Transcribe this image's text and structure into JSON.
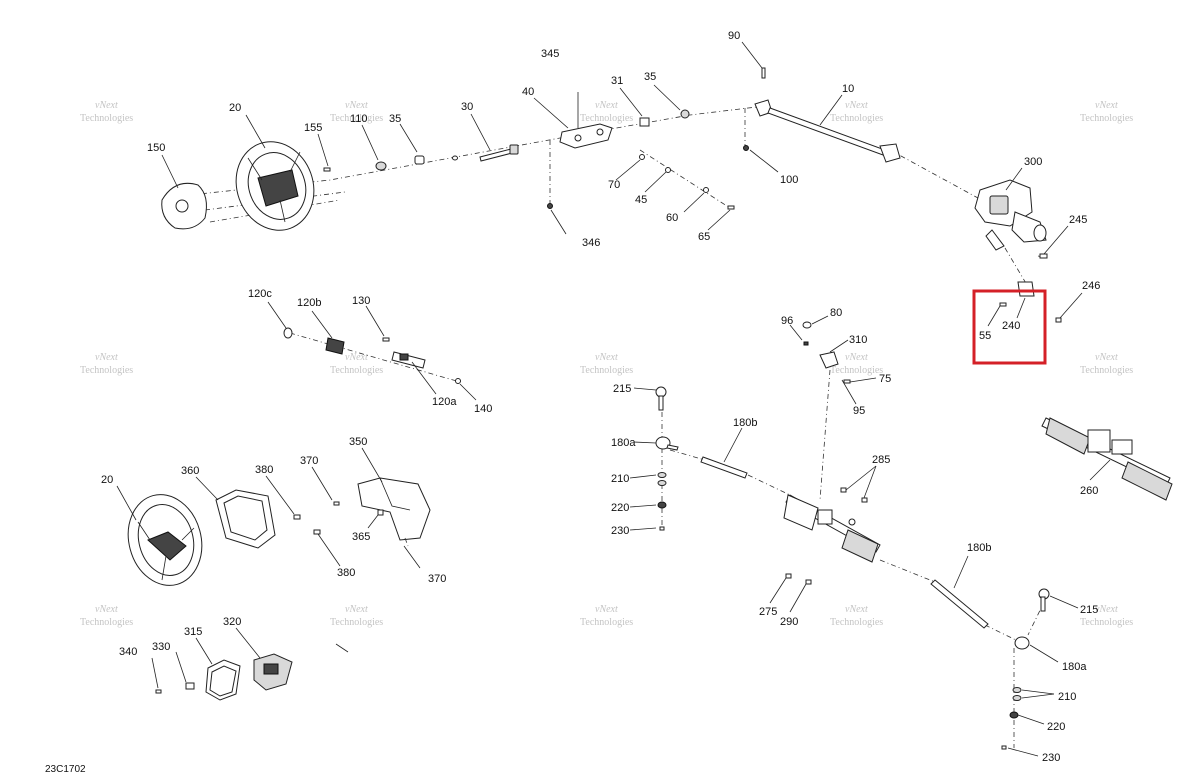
{
  "diagram": {
    "reference_code": "23C1702",
    "watermark_line1": "vNext",
    "watermark_line2": "Technologies",
    "highlight_color": "#d42027",
    "callouts": {
      "c10": "10",
      "c20a": "20",
      "c20b": "20",
      "c30": "30",
      "c31": "31",
      "c35a": "35",
      "c35b": "35",
      "c40": "40",
      "c45": "45",
      "c55": "55",
      "c60": "60",
      "c65": "65",
      "c70": "70",
      "c75": "75",
      "c80": "80",
      "c90": "90",
      "c95": "95",
      "c96": "96",
      "c100": "100",
      "c110": "110",
      "c120a": "120a",
      "c120b": "120b",
      "c120c": "120c",
      "c130": "130",
      "c140": "140",
      "c150": "150",
      "c155": "155",
      "c180a_1": "180a",
      "c180a_2": "180a",
      "c180b_1": "180b",
      "c180b_2": "180b",
      "c210_1": "210",
      "c210_2": "210",
      "c215_1": "215",
      "c215_2": "215",
      "c220_1": "220",
      "c220_2": "220",
      "c230_1": "230",
      "c230_2": "230",
      "c240": "240",
      "c245": "245",
      "c246": "246",
      "c260": "260",
      "c275": "275",
      "c285": "285",
      "c290": "290",
      "c300": "300",
      "c310": "310",
      "c315": "315",
      "c320": "320",
      "c330": "330",
      "c340": "340",
      "c345": "345",
      "c346": "346",
      "c350": "350",
      "c360": "360",
      "c365": "365",
      "c370a": "370",
      "c370b": "370",
      "c380a": "380",
      "c380b": "380"
    }
  }
}
